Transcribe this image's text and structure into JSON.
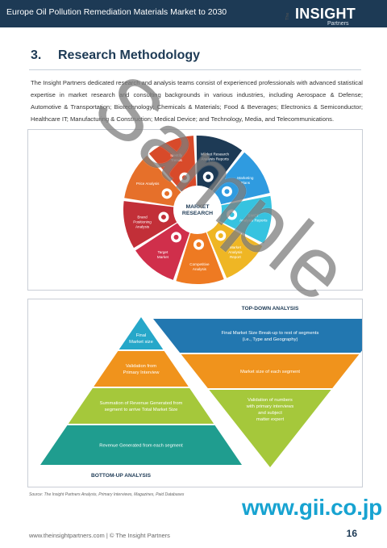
{
  "header": {
    "title": "Europe Oil Pollution Remediation Materials Market to 2030",
    "logo": {
      "word": "INSIGHT",
      "prefix": "The",
      "suffix": "Partners"
    }
  },
  "section": {
    "number": "3.",
    "title": "Research Methodology",
    "intro": "The Insight Partners dedicated research and analysis teams consist of experienced professionals with advanced statistical expertise in market research and consulting backgrounds in various industries, including Aerospace & Defense; Automotive & Transportation; Biotechnology; Chemicals & Materials; Food & Beverages; Electronics & Semiconductor; Healthcare IT; Manufacturing & Construction; Medical Device; and Technology, Media, and Telecommunications."
  },
  "wheel": {
    "center": [
      "MARKET",
      "RESEARCH"
    ],
    "segments": [
      {
        "label": [
          "Identify",
          "Trends"
        ],
        "color": "#d84a2a"
      },
      {
        "label": [
          "Market Research",
          "Analysis Reports"
        ],
        "color": "#1d3a55"
      },
      {
        "label": [
          "Marketing",
          "Plans"
        ],
        "color": "#2f9be0"
      },
      {
        "label": [
          "SWOT",
          "Analysis Reports"
        ],
        "color": "#36c3e0"
      },
      {
        "label": [
          "Market",
          "Analysis",
          "Report"
        ],
        "color": "#efb624"
      },
      {
        "label": [
          "Competitive",
          "Analysis"
        ],
        "color": "#ee7a22"
      },
      {
        "label": [
          "Target",
          "Market"
        ],
        "color": "#d02f4b"
      },
      {
        "label": [
          "Brand",
          "Positioning",
          "Analysis"
        ],
        "color": "#c22f38"
      },
      {
        "label": [
          "Price Analysis"
        ],
        "color": "#e6702a"
      }
    ]
  },
  "analysis": {
    "top_title": "TOP-DOWN ANALYSIS",
    "bottom_title": "BOTTOM-UP ANALYSIS",
    "bottom_up": [
      {
        "label": [
          "Final",
          "Market size"
        ],
        "color": "#26a7c9"
      },
      {
        "label": [
          "Validation from",
          "Primary Interview"
        ],
        "color": "#f0931c"
      },
      {
        "label": [
          "Summation of Revenue Generated from",
          "segment to arrive Total Market Size"
        ],
        "color": "#a5c83b"
      },
      {
        "label": [
          "Revenue Generated from each segment"
        ],
        "color": "#1f9d8f"
      }
    ],
    "top_down": [
      {
        "label": [
          "Final Market Size Break-up to rest of segments",
          "(i.e., Type and Geography)"
        ],
        "color": "#2277b0"
      },
      {
        "label": [
          "Market size of each segment"
        ],
        "color": "#f0931c"
      },
      {
        "label": [
          "Validation of numbers",
          "with primary interviews",
          "and subject",
          "matter expert"
        ],
        "color": "#a5c83b"
      }
    ]
  },
  "source": "Source: The Insight Partners Analysis, Primary Interviews, Magazines, Paid Databases",
  "footer": {
    "text": "www.theinsightpartners.com   |  © The Insight Partners",
    "page": "16"
  },
  "watermark": "Sample",
  "gii": "www.gii.co.jp"
}
